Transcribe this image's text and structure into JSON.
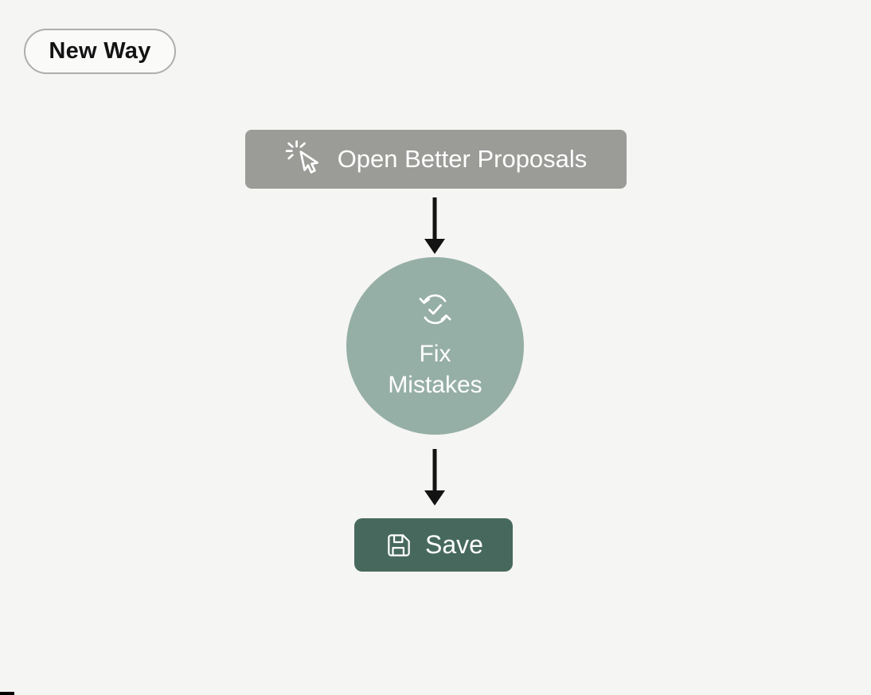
{
  "page": {
    "bg": "#f5f5f3",
    "corner_mark_color": "#000000"
  },
  "badge": {
    "label": "New Way",
    "bg": "#fafaf9",
    "border_color": "#aeaeac",
    "text_color": "#131313"
  },
  "steps": {
    "open": {
      "label": "Open Better Proposals",
      "icon": "cursor-click-icon",
      "bg": "#9b9b98",
      "text_color": "#ffffff"
    },
    "fix": {
      "line1": "Fix",
      "line2": "Mistakes",
      "icon": "refresh-check-icon",
      "bg": "#96afa6",
      "text_color": "#ffffff"
    },
    "save": {
      "label": "Save",
      "icon": "save-icon",
      "bg": "#47695d",
      "text_color": "#ffffff"
    }
  },
  "arrow": {
    "color": "#131313"
  }
}
